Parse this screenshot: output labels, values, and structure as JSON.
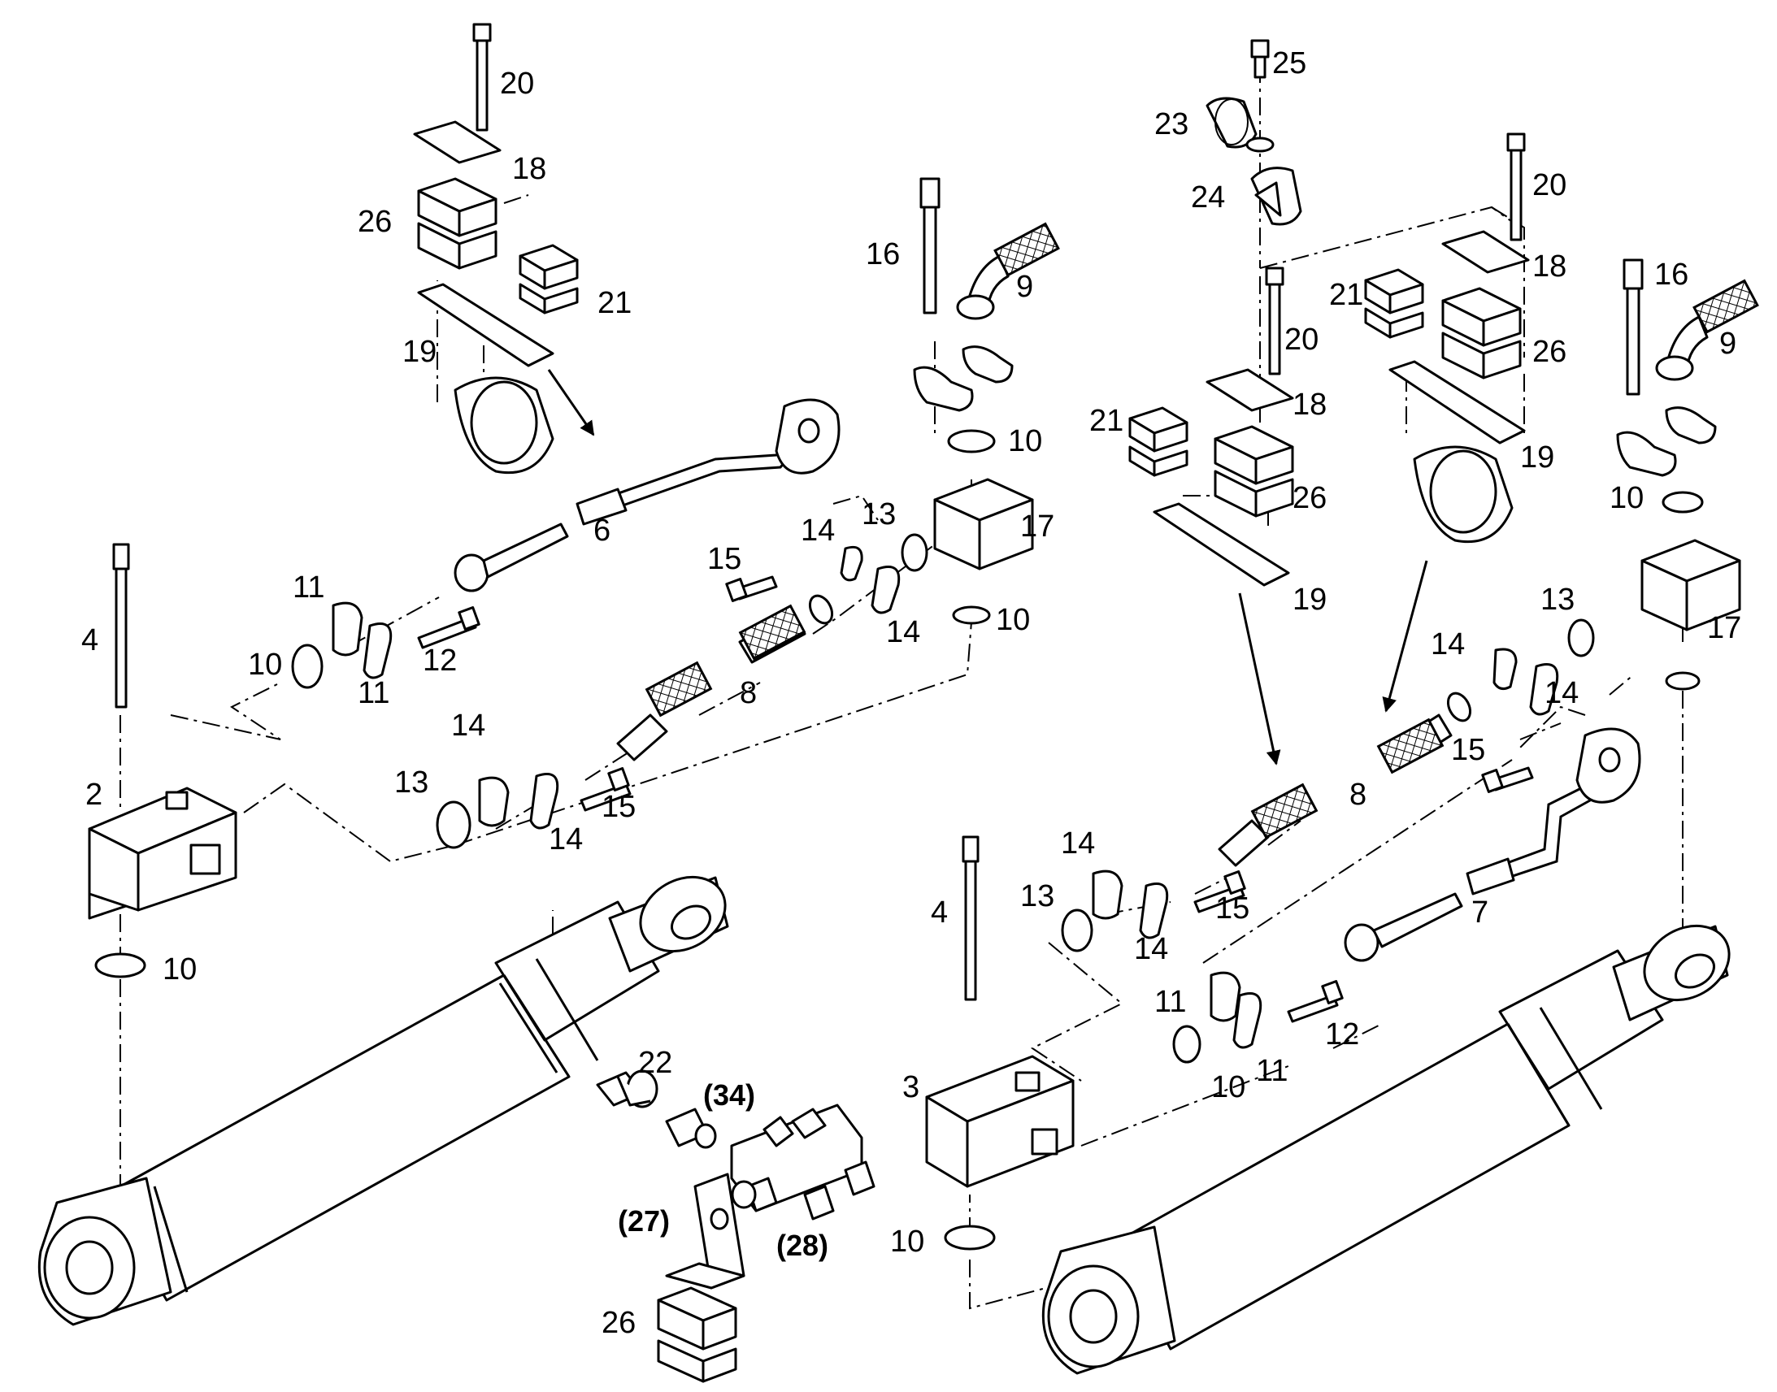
{
  "diagram": {
    "labels": {
      "l2": "2",
      "l3": "3",
      "l4a": "4",
      "l4b": "4",
      "l6": "6",
      "l7": "7",
      "l8a": "8",
      "l8b": "8",
      "l9a": "9",
      "l9b": "9",
      "l10a": "10",
      "l10b": "10",
      "l10c": "10",
      "l10d": "10",
      "l10e": "10",
      "l10f": "10",
      "l10g": "10",
      "l11a": "11",
      "l11b": "11",
      "l11c": "11",
      "l11d": "11",
      "l12a": "12",
      "l12b": "12",
      "l13a": "13",
      "l13b": "13",
      "l13c": "13",
      "l13d": "13",
      "l14a": "14",
      "l14b": "14",
      "l14c": "14",
      "l14d": "14",
      "l14e": "14",
      "l14f": "14",
      "l14g": "14",
      "l14h": "14",
      "l15a": "15",
      "l15b": "15",
      "l15c": "15",
      "l15d": "15",
      "l16a": "16",
      "l16b": "16",
      "l17a": "17",
      "l17b": "17",
      "l18a": "18",
      "l18b": "18",
      "l18c": "18",
      "l19a": "19",
      "l19b": "19",
      "l19c": "19",
      "l20a": "20",
      "l20b": "20",
      "l20c": "20",
      "l21a": "21",
      "l21b": "21",
      "l21c": "21",
      "l22": "22",
      "l23": "23",
      "l24": "24",
      "l25": "25",
      "l26a": "26",
      "l26b": "26",
      "l26c": "26",
      "l26d": "26",
      "l27": "(27)",
      "l28": "(28)",
      "l34": "(34)"
    }
  }
}
